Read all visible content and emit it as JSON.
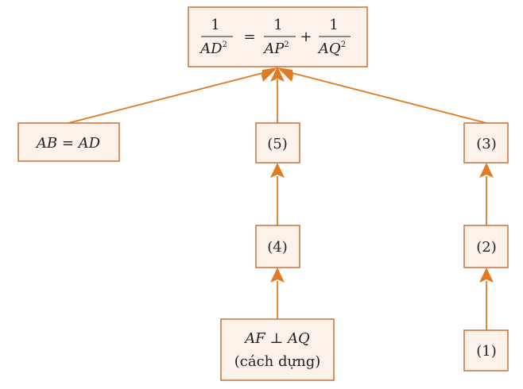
{
  "colors": {
    "box_fill": "#fcf2ea",
    "box_border": "#c9713a",
    "arrow": "#e07b22",
    "text": "#222222"
  },
  "nodes": {
    "top": {
      "lhs_num": "1",
      "lhs_den": "AD",
      "lhs_den_exp": "2",
      "eq": "=",
      "t1_num": "1",
      "t1_den": "AP",
      "t1_den_exp": "2",
      "plus": "+",
      "t2_num": "1",
      "t2_den": "AQ",
      "t2_den_exp": "2"
    },
    "ab_ad": "AB = AD",
    "n5": "(5)",
    "n3": "(3)",
    "n4": "(4)",
    "n2": "(2)",
    "n1": "(1)",
    "af_aq": {
      "line1": "AF ⊥ AQ",
      "line2": "(cách dựng)"
    }
  }
}
